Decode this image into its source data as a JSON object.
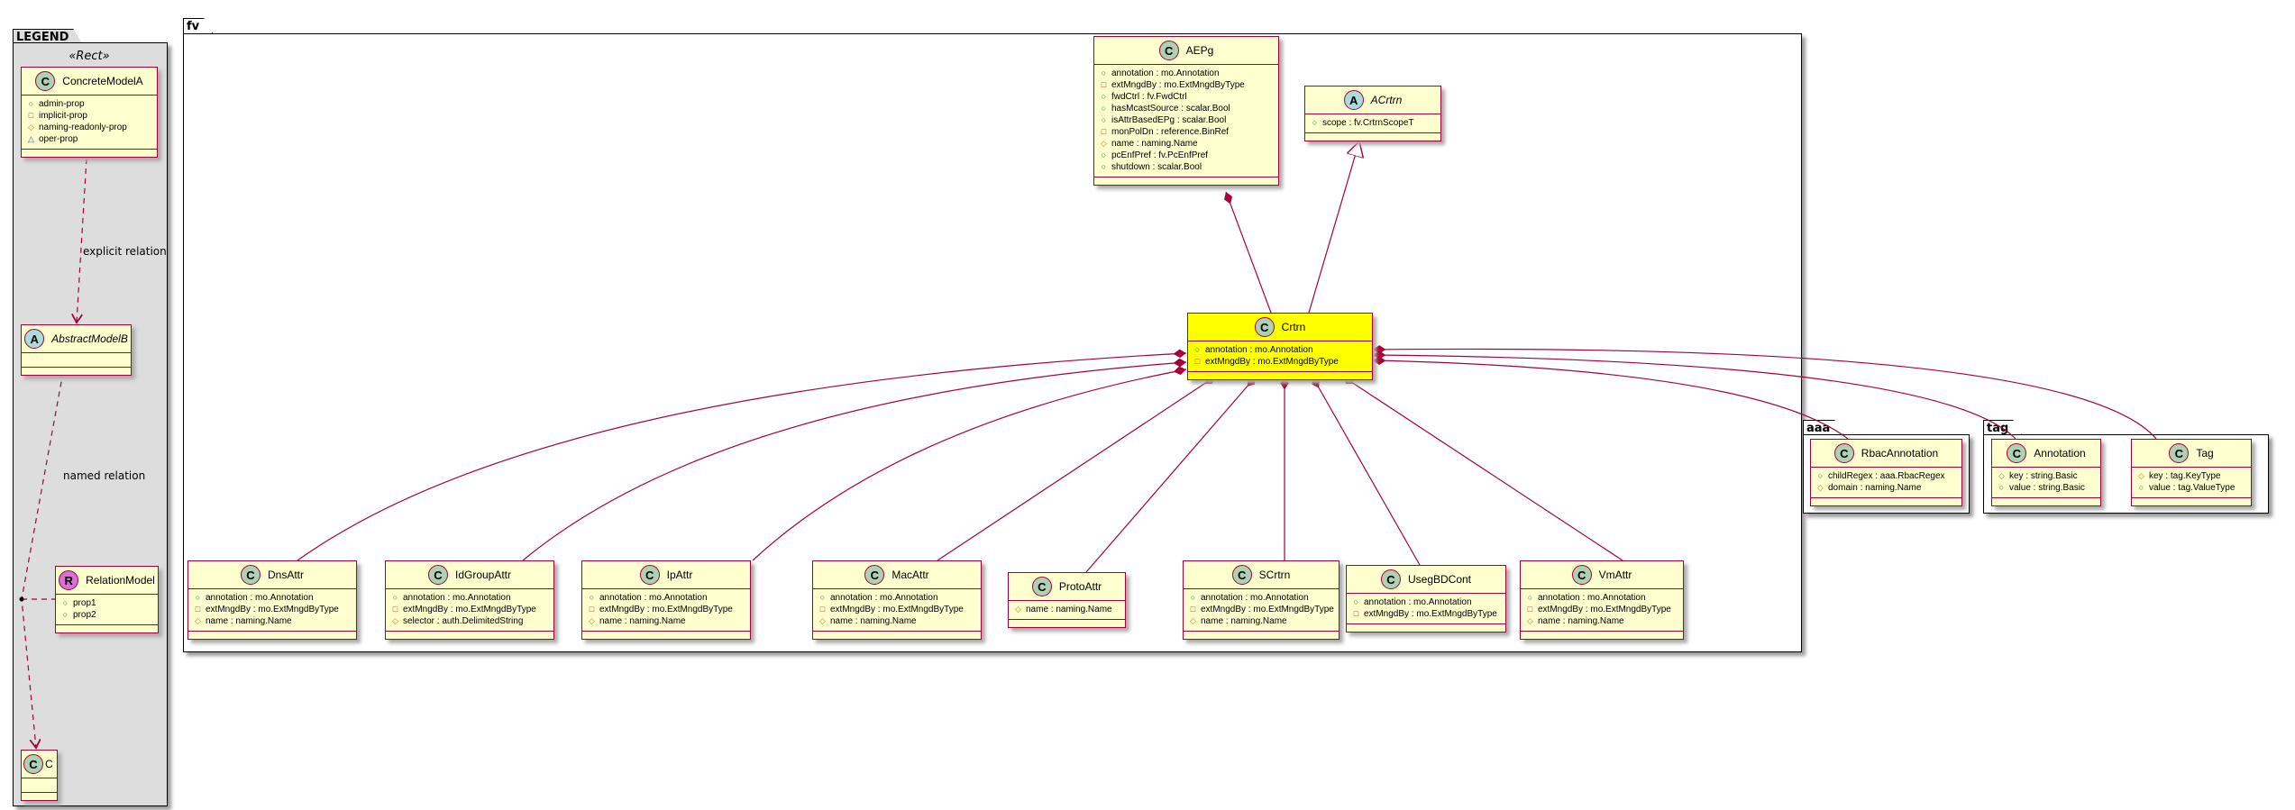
{
  "packages": {
    "legend": "LEGEND",
    "fv": "fv",
    "aaa": "aaa",
    "tag": "tag"
  },
  "legend": {
    "stereotype": "«Rect»",
    "explicit_relation": "explicit relation",
    "named_relation": "named relation"
  },
  "colors": {
    "border": "#a80036",
    "class_bg": "#fefece",
    "highlight": "#ffff00",
    "class_icon": "#add1b2",
    "abstract_icon": "#a9dcdf",
    "relation_icon": "#da70d6",
    "legend_bg": "#dddddd"
  },
  "classes": {
    "ConcreteModelA": {
      "name": "ConcreteModelA",
      "kind": "C",
      "attrs": [
        [
          "+",
          "admin-prop"
        ],
        [
          "-",
          "implicit-prop"
        ],
        [
          "#",
          "naming-readonly-prop"
        ],
        [
          "~",
          "oper-prop"
        ]
      ]
    },
    "AbstractModelB": {
      "name": "AbstractModelB",
      "kind": "A",
      "attrs": []
    },
    "RelationModel": {
      "name": "RelationModel",
      "kind": "R",
      "attrs": [
        [
          "+",
          "prop1"
        ],
        [
          "+",
          "prop2"
        ]
      ]
    },
    "C": {
      "name": "C",
      "kind": "C",
      "attrs": []
    },
    "AEPg": {
      "name": "AEPg",
      "kind": "C",
      "attrs": [
        [
          "+",
          "annotation : mo.Annotation"
        ],
        [
          "-",
          "extMngdBy : mo.ExtMngdByType"
        ],
        [
          "+",
          "fwdCtrl : fv.FwdCtrl"
        ],
        [
          "+",
          "hasMcastSource : scalar.Bool"
        ],
        [
          "+",
          "isAttrBasedEPg : scalar.Bool"
        ],
        [
          "-",
          "monPolDn : reference.BinRef"
        ],
        [
          "#",
          "name : naming.Name"
        ],
        [
          "+",
          "pcEnfPref : fv.PcEnfPref"
        ],
        [
          "+",
          "shutdown : scalar.Bool"
        ]
      ]
    },
    "ACrtrn": {
      "name": "ACrtrn",
      "kind": "A",
      "attrs": [
        [
          "+",
          "scope : fv.CrtrnScopeT"
        ]
      ]
    },
    "Crtrn": {
      "name": "Crtrn",
      "kind": "C",
      "attrs": [
        [
          "+",
          "annotation : mo.Annotation"
        ],
        [
          "-",
          "extMngdBy : mo.ExtMngdByType"
        ]
      ]
    },
    "DnsAttr": {
      "name": "DnsAttr",
      "kind": "C",
      "attrs": [
        [
          "+",
          "annotation : mo.Annotation"
        ],
        [
          "-",
          "extMngdBy : mo.ExtMngdByType"
        ],
        [
          "#",
          "name : naming.Name"
        ]
      ]
    },
    "IdGroupAttr": {
      "name": "IdGroupAttr",
      "kind": "C",
      "attrs": [
        [
          "+",
          "annotation : mo.Annotation"
        ],
        [
          "-",
          "extMngdBy : mo.ExtMngdByType"
        ],
        [
          "#",
          "selector : auth.DelimitedString"
        ]
      ]
    },
    "IpAttr": {
      "name": "IpAttr",
      "kind": "C",
      "attrs": [
        [
          "+",
          "annotation : mo.Annotation"
        ],
        [
          "-",
          "extMngdBy : mo.ExtMngdByType"
        ],
        [
          "#",
          "name : naming.Name"
        ]
      ]
    },
    "MacAttr": {
      "name": "MacAttr",
      "kind": "C",
      "attrs": [
        [
          "+",
          "annotation : mo.Annotation"
        ],
        [
          "-",
          "extMngdBy : mo.ExtMngdByType"
        ],
        [
          "#",
          "name : naming.Name"
        ]
      ]
    },
    "ProtoAttr": {
      "name": "ProtoAttr",
      "kind": "C",
      "attrs": [
        [
          "#",
          "name : naming.Name"
        ]
      ]
    },
    "SCrtrn": {
      "name": "SCrtrn",
      "kind": "C",
      "attrs": [
        [
          "+",
          "annotation : mo.Annotation"
        ],
        [
          "-",
          "extMngdBy : mo.ExtMngdByType"
        ],
        [
          "#",
          "name : naming.Name"
        ]
      ]
    },
    "UsegBDCont": {
      "name": "UsegBDCont",
      "kind": "C",
      "attrs": [
        [
          "+",
          "annotation : mo.Annotation"
        ],
        [
          "-",
          "extMngdBy : mo.ExtMngdByType"
        ]
      ]
    },
    "VmAttr": {
      "name": "VmAttr",
      "kind": "C",
      "attrs": [
        [
          "+",
          "annotation : mo.Annotation"
        ],
        [
          "-",
          "extMngdBy : mo.ExtMngdByType"
        ],
        [
          "#",
          "name : naming.Name"
        ]
      ]
    },
    "RbacAnnotation": {
      "name": "RbacAnnotation",
      "kind": "C",
      "attrs": [
        [
          "+",
          "childRegex : aaa.RbacRegex"
        ],
        [
          "#",
          "domain : naming.Name"
        ]
      ]
    },
    "Annotation": {
      "name": "Annotation",
      "kind": "C",
      "attrs": [
        [
          "#",
          "key : string.Basic"
        ],
        [
          "+",
          "value : string.Basic"
        ]
      ]
    },
    "Tag": {
      "name": "Tag",
      "kind": "C",
      "attrs": [
        [
          "#",
          "key : tag.KeyType"
        ],
        [
          "+",
          "value : tag.ValueType"
        ]
      ]
    }
  }
}
